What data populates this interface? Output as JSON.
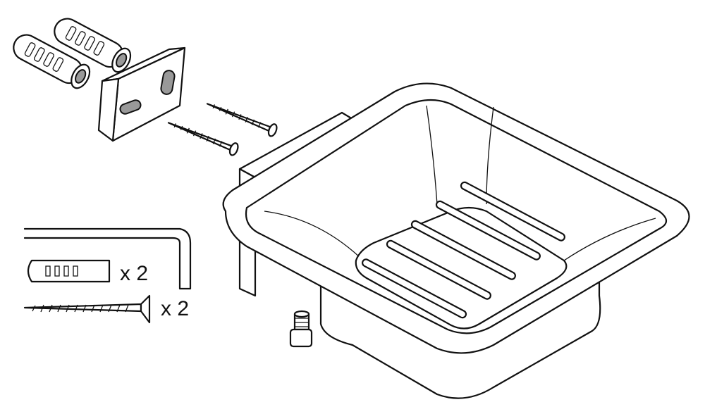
{
  "diagram": {
    "parts": [
      {
        "name": "wall-anchor",
        "quantity_label": "x 2"
      },
      {
        "name": "wood-screw",
        "quantity_label": "x 2"
      }
    ]
  }
}
